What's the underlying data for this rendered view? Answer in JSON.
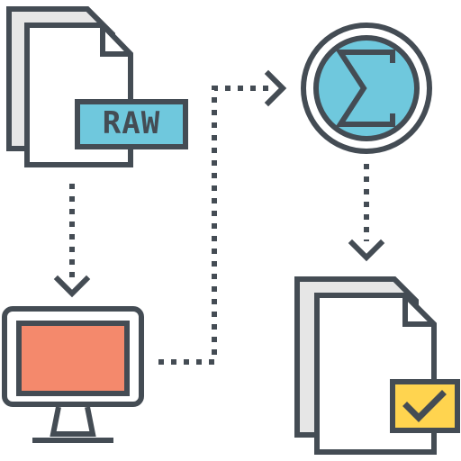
{
  "colors": {
    "stroke": "#444c54",
    "paper_shadow": "#e6e6e6",
    "paper": "#ffffff",
    "raw_badge": "#6fc8dd",
    "sigma_circle": "#6fc8dd",
    "screen": "#f4896c",
    "check_badge": "#ffd44f"
  },
  "raw_file": {
    "icon": "raw-file-icon",
    "label": "RAW"
  },
  "monitor": {
    "icon": "monitor-icon"
  },
  "sum": {
    "icon": "sigma-icon",
    "symbol": "Σ"
  },
  "result_file": {
    "icon": "verified-file-icon",
    "badge_icon": "checkmark-icon"
  },
  "flow": {
    "arrows": [
      "raw-file-to-monitor",
      "monitor-to-sum",
      "sum-to-result-file"
    ]
  }
}
